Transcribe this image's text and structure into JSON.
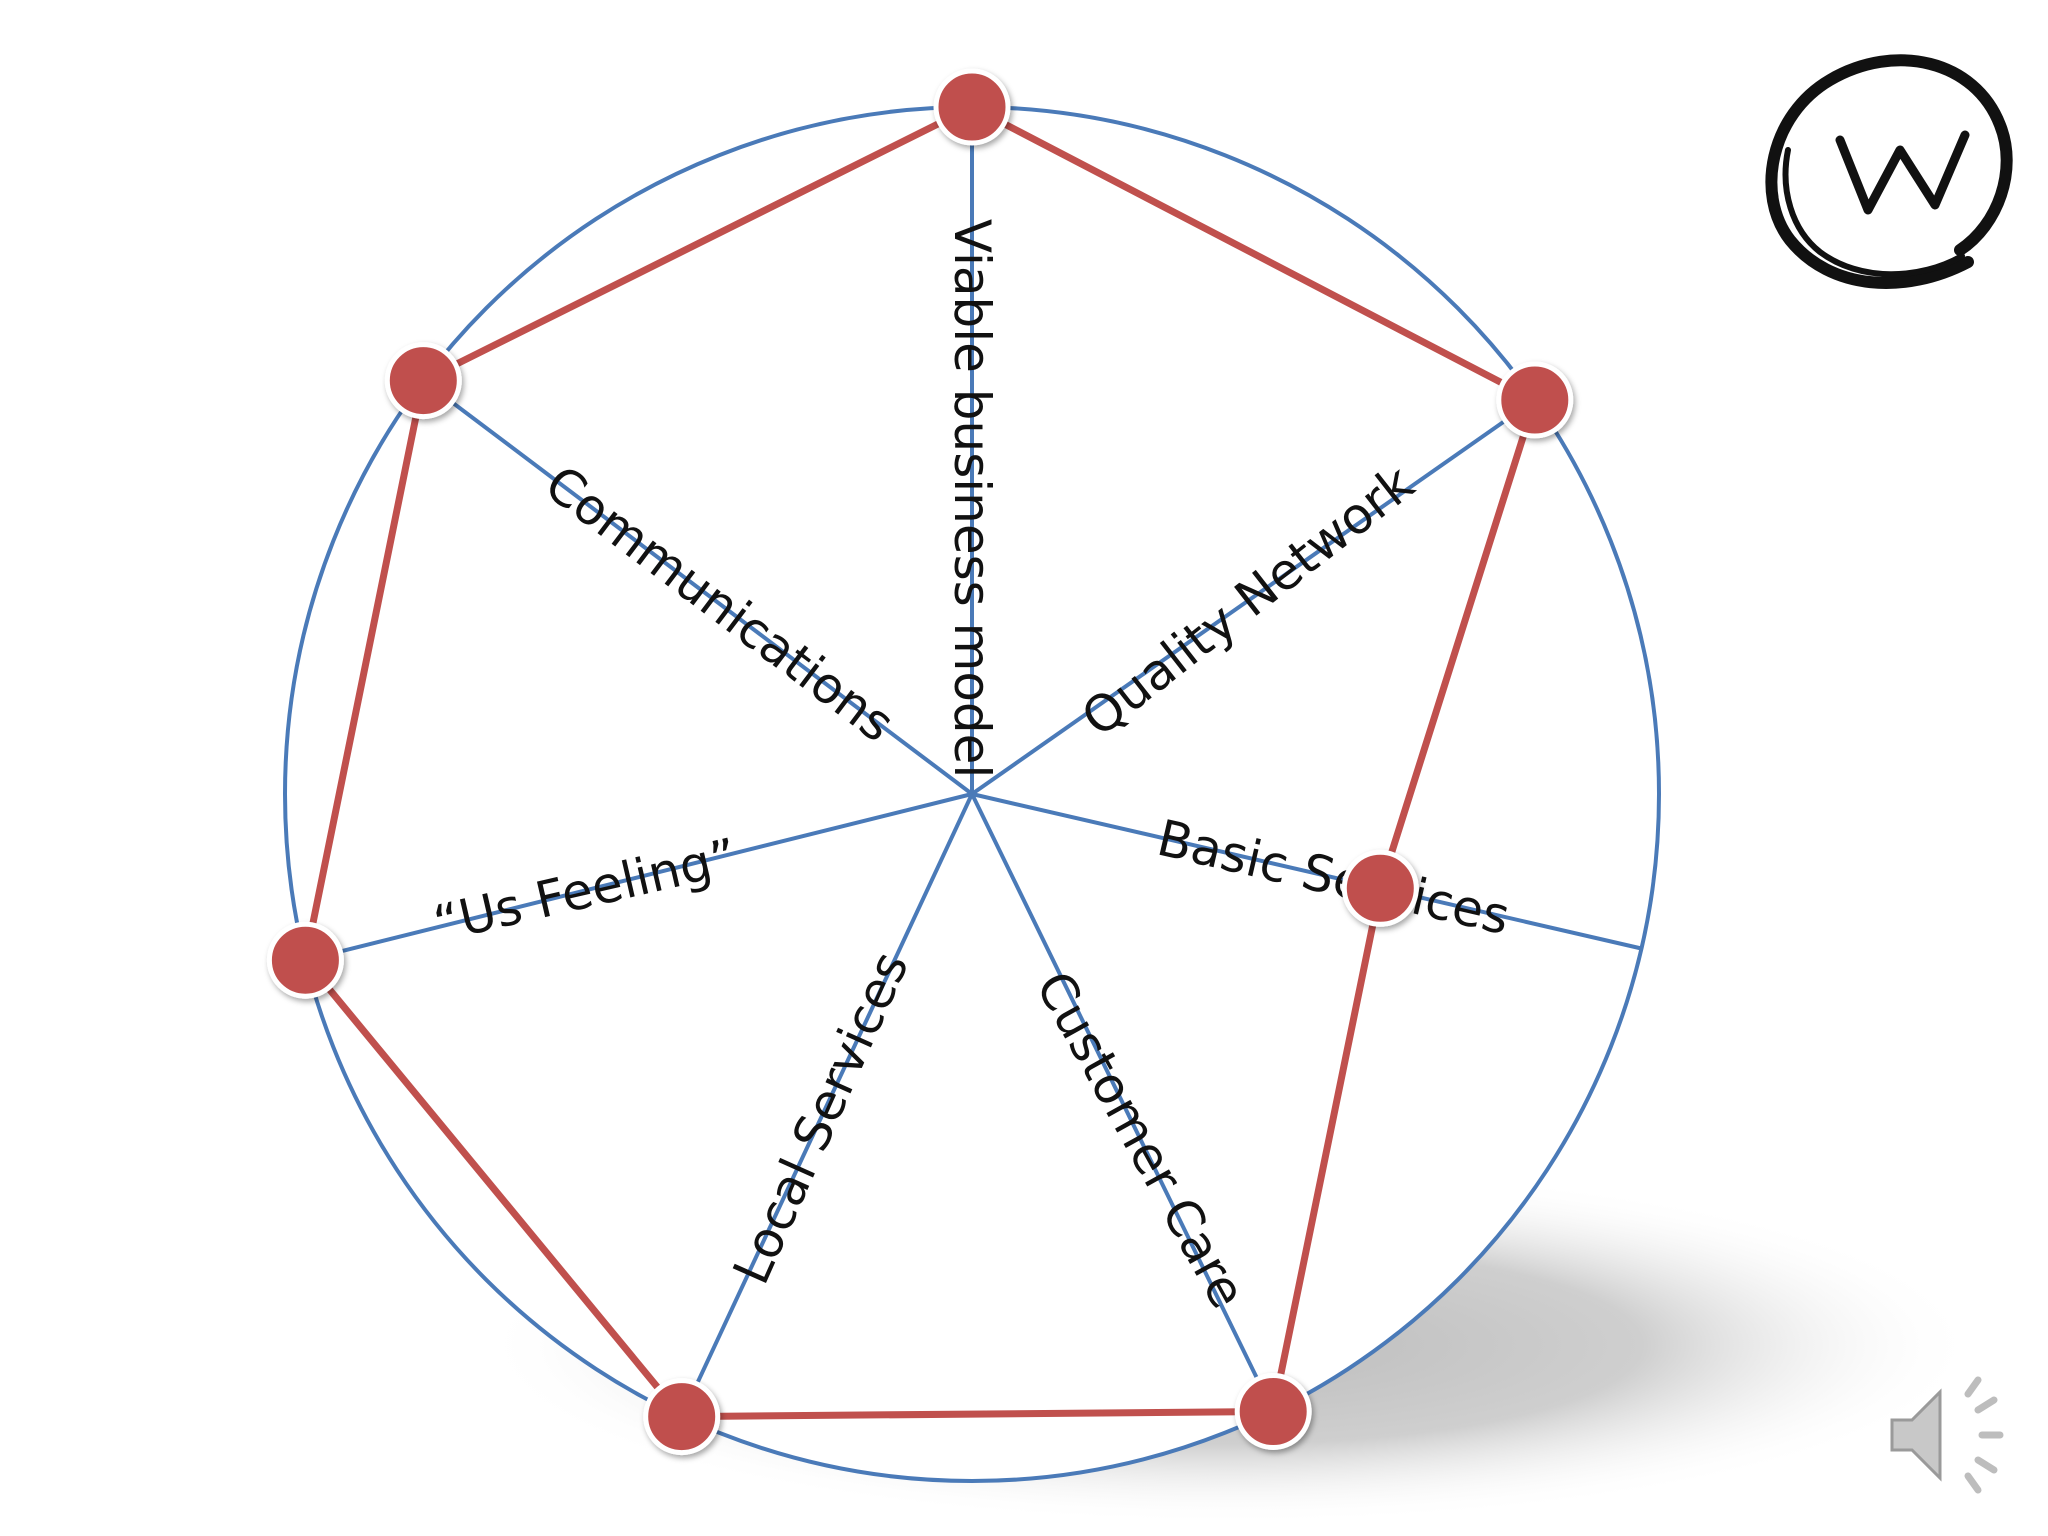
{
  "diagram": {
    "type": "radar-wheel",
    "colors": {
      "circle": "#4a7ab8",
      "spokes": "#4a7ab8",
      "polygon": "#c0504d",
      "node_fill": "#c0504d",
      "node_stroke": "#ffffff",
      "shadow": "#cfcfcf",
      "label": "#111111"
    },
    "dimensions": [
      {
        "label": "Viable business model",
        "score": 1.0
      },
      {
        "label": "Quality Network",
        "score": 1.0
      },
      {
        "label": "Basic Services",
        "score": 0.61
      },
      {
        "label": "Customer Care",
        "score": 1.0
      },
      {
        "label": "Local Services",
        "score": 1.0
      },
      {
        "label": "“Us Feeling”",
        "score": 1.0
      },
      {
        "label": "Communications",
        "score": 1.0
      }
    ]
  },
  "icons": {
    "logo": "w-circle-logo-icon",
    "audio": "speaker-icon"
  }
}
